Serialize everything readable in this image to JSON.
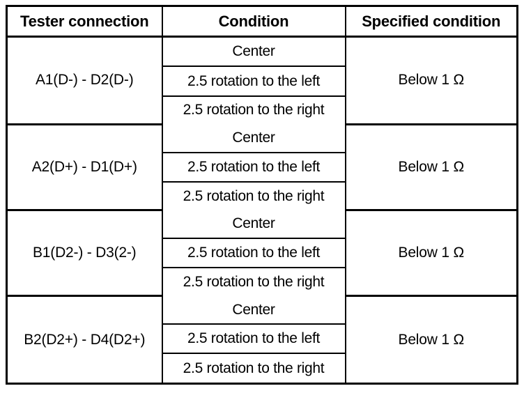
{
  "table": {
    "headers": {
      "tester": "Tester connection",
      "condition": "Condition",
      "specified": "Specified condition"
    },
    "groups": [
      {
        "tester": "A1(D-) - D2(D-)",
        "conditions": [
          "Center",
          "2.5 rotation to the left",
          "2.5 rotation to the right"
        ],
        "specified": "Below 1 Ω"
      },
      {
        "tester": "A2(D+) - D1(D+)",
        "conditions": [
          "Center",
          "2.5 rotation to the left",
          "2.5 rotation to the right"
        ],
        "specified": "Below 1 Ω"
      },
      {
        "tester": "B1(D2-) - D3(2-)",
        "conditions": [
          "Center",
          "2.5 rotation to the left",
          "2.5 rotation to the right"
        ],
        "specified": "Below 1 Ω"
      },
      {
        "tester": "B2(D2+) - D4(D2+)",
        "conditions": [
          "Center",
          "2.5 rotation to the left",
          "2.5 rotation to the right"
        ],
        "specified": "Below 1 Ω"
      }
    ]
  },
  "colors": {
    "border": "#000000",
    "text": "#000000",
    "background": "#ffffff"
  }
}
